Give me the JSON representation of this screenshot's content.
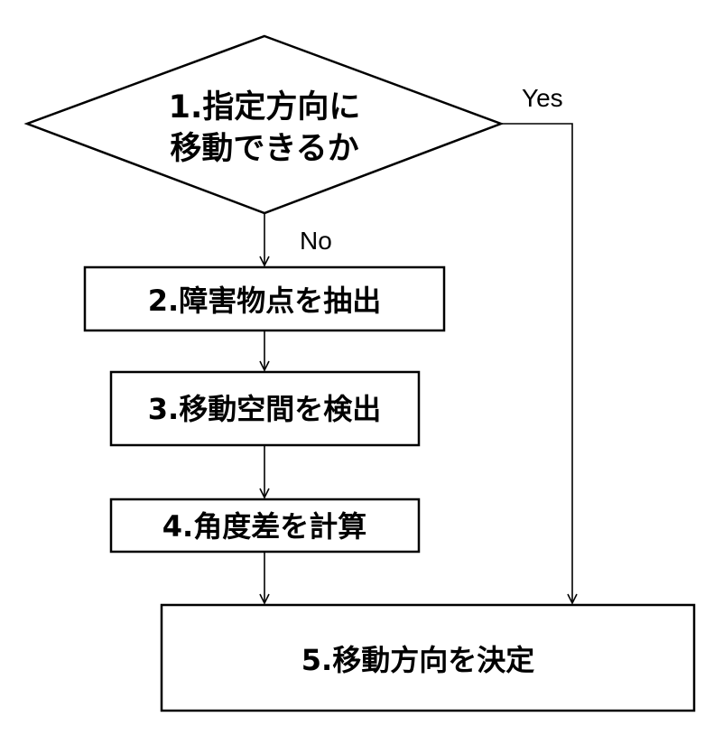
{
  "diagram": {
    "decision": {
      "line1": "1.指定方向に",
      "line2": "移動できるか"
    },
    "steps": {
      "extract": "2.障害物点を抽出",
      "detect": "3.移動空間を検出",
      "compute": "4.角度差を計算",
      "decide": "5.移動方向を決定"
    },
    "edges": {
      "yes": "Yes",
      "no": "No"
    }
  },
  "colors": {
    "stroke": "#000000",
    "fill": "#ffffff",
    "text": "#000000"
  }
}
